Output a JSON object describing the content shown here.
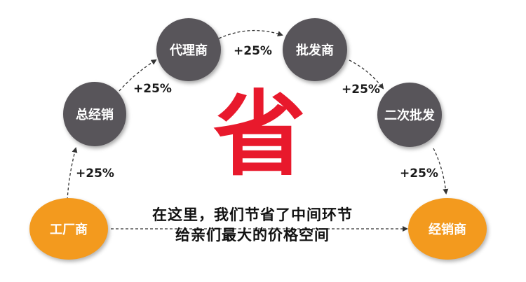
{
  "nodes": {
    "factory": "工厂商",
    "general_distributor": "总经销",
    "agent": "代理商",
    "wholesaler": "批发商",
    "secondary_wholesale": "二次批发",
    "distributor": "经销商"
  },
  "markups": [
    "+25%",
    "+25%",
    "+25%",
    "+25%",
    "+25%"
  ],
  "center_char": "省",
  "message_lines": [
    "在这里，我们节省了中间环节",
    "给亲们最大的价格空间"
  ],
  "colors": {
    "node_gray": "#58555a",
    "node_orange": "#f39a1e",
    "center_red": "#e8192c"
  }
}
